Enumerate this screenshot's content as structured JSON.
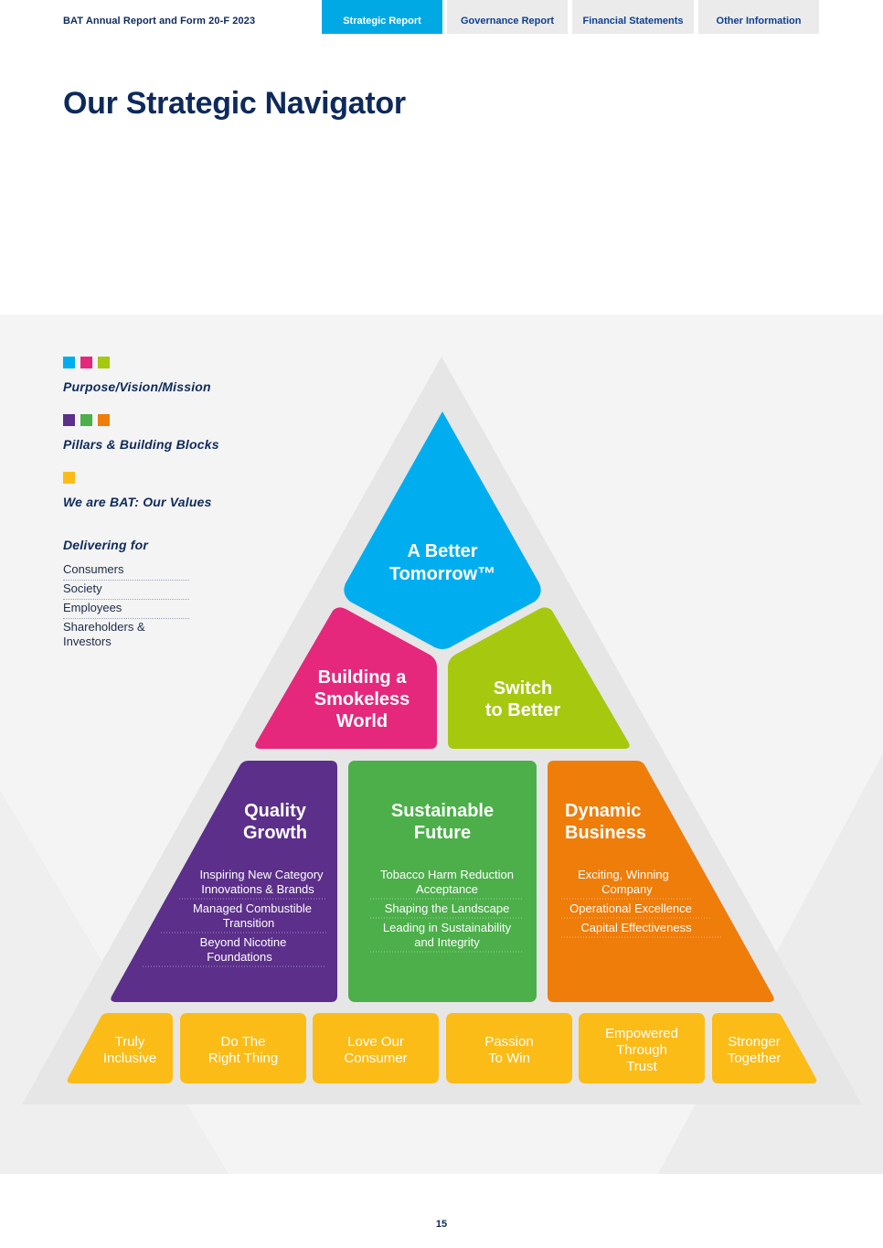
{
  "header": {
    "report_title": "BAT Annual Report and Form 20-F 2023",
    "tabs": [
      {
        "label": "Strategic Report",
        "active": true
      },
      {
        "label": "Governance Report",
        "active": false
      },
      {
        "label": "Financial Statements",
        "active": false
      },
      {
        "label": "Other Information",
        "active": false
      }
    ]
  },
  "page_title": "Our Strategic Navigator",
  "legend": {
    "items": [
      {
        "label": "Purpose/Vision/Mission",
        "colors": [
          "#00aeef",
          "#e5287c",
          "#a6c80f"
        ]
      },
      {
        "label": "Pillars & Building Blocks",
        "colors": [
          "#5b2f8a",
          "#4caf4a",
          "#ef7d0a"
        ]
      },
      {
        "label": "We are BAT: Our Values",
        "colors": [
          "#fbbc18"
        ]
      }
    ],
    "delivering_title": "Delivering for",
    "delivering_items": [
      "Consumers",
      "Society",
      "Employees",
      "Shareholders & Investors"
    ]
  },
  "pyramid": {
    "top": {
      "line1": "A Better",
      "line2": "Tomorrow™",
      "color": "#00aeef"
    },
    "left_mid": {
      "line1": "Building a",
      "line2": "Smokeless",
      "line3": "World",
      "color": "#e5287c"
    },
    "right_mid": {
      "line1": "Switch",
      "line2": "to Better",
      "color": "#a6c80f"
    },
    "pillars": [
      {
        "title1": "Quality",
        "title2": "Growth",
        "color": "#5b2f8a",
        "blocks": [
          {
            "l1": "Inspiring New Category",
            "l2": "Innovations & Brands"
          },
          {
            "l1": "Managed Combustible",
            "l2": "Transition"
          },
          {
            "l1": "Beyond Nicotine",
            "l2": "Foundations"
          }
        ]
      },
      {
        "title1": "Sustainable",
        "title2": "Future",
        "color": "#4caf4a",
        "blocks": [
          {
            "l1": "Tobacco Harm Reduction",
            "l2": "Acceptance"
          },
          {
            "l1": "Shaping the Landscape",
            "l2": ""
          },
          {
            "l1": "Leading in Sustainability",
            "l2": "and Integrity"
          }
        ]
      },
      {
        "title1": "Dynamic",
        "title2": "Business",
        "color": "#ef7d0a",
        "blocks": [
          {
            "l1": "Exciting, Winning",
            "l2": "Company"
          },
          {
            "l1": "Operational Excellence",
            "l2": ""
          },
          {
            "l1": "Capital Effectiveness",
            "l2": ""
          }
        ]
      }
    ],
    "values": [
      {
        "l1": "Truly",
        "l2": "Inclusive",
        "l3": ""
      },
      {
        "l1": "Do The",
        "l2": "Right Thing",
        "l3": ""
      },
      {
        "l1": "Love Our",
        "l2": "Consumer",
        "l3": ""
      },
      {
        "l1": "Passion",
        "l2": "To Win",
        "l3": ""
      },
      {
        "l1": "Empowered",
        "l2": "Through",
        "l3": "Trust"
      },
      {
        "l1": "Stronger",
        "l2": "Together",
        "l3": ""
      }
    ],
    "values_color": "#fbbc18"
  },
  "page_number": "15"
}
